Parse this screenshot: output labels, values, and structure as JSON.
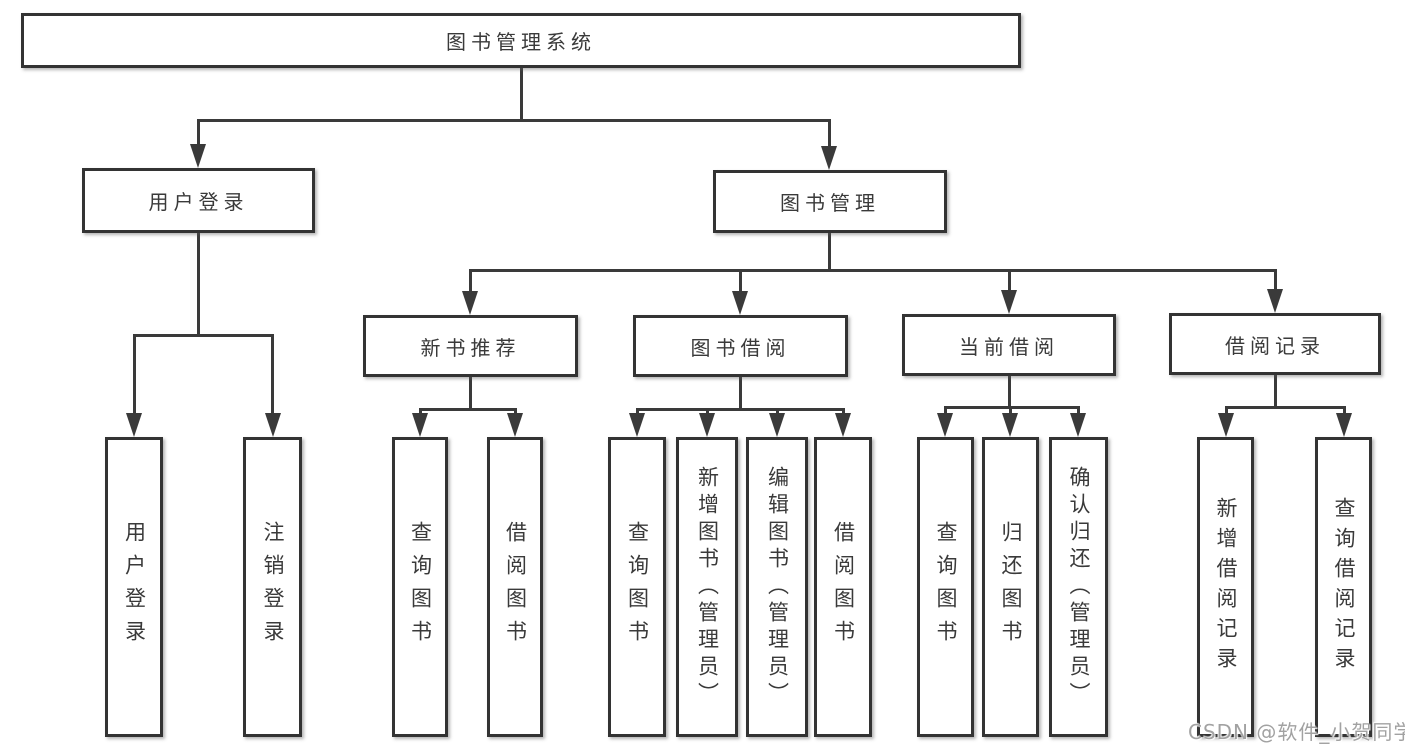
{
  "tree": {
    "root": {
      "label": "图书管理系统"
    },
    "branches": [
      {
        "label": "用户登录",
        "children": [
          {
            "label": "用户登录"
          },
          {
            "label": "注销登录"
          }
        ]
      },
      {
        "label": "图书管理",
        "children": [
          {
            "label": "新书推荐",
            "children": [
              {
                "label": "查询图书"
              },
              {
                "label": "借阅图书"
              }
            ]
          },
          {
            "label": "图书借阅",
            "children": [
              {
                "label": "查询图书"
              },
              {
                "label": "新增图书（管理员）"
              },
              {
                "label": "编辑图书（管理员）"
              },
              {
                "label": "借阅图书"
              }
            ]
          },
          {
            "label": "当前借阅",
            "children": [
              {
                "label": "查询图书"
              },
              {
                "label": "归还图书"
              },
              {
                "label": "确认归还（管理员）"
              }
            ]
          },
          {
            "label": "借阅记录",
            "children": [
              {
                "label": "新增借阅记录"
              },
              {
                "label": "查询借阅记录"
              }
            ]
          }
        ]
      }
    ]
  },
  "watermark": {
    "text": "CSDN @软件_小贺同学"
  },
  "colors": {
    "line": "#3a3a3a",
    "box_border": "#333333",
    "box_fill": "#ffffff",
    "text": "#3a3a3a",
    "watermark": "#a2a2a2",
    "background": "#ffffff"
  }
}
